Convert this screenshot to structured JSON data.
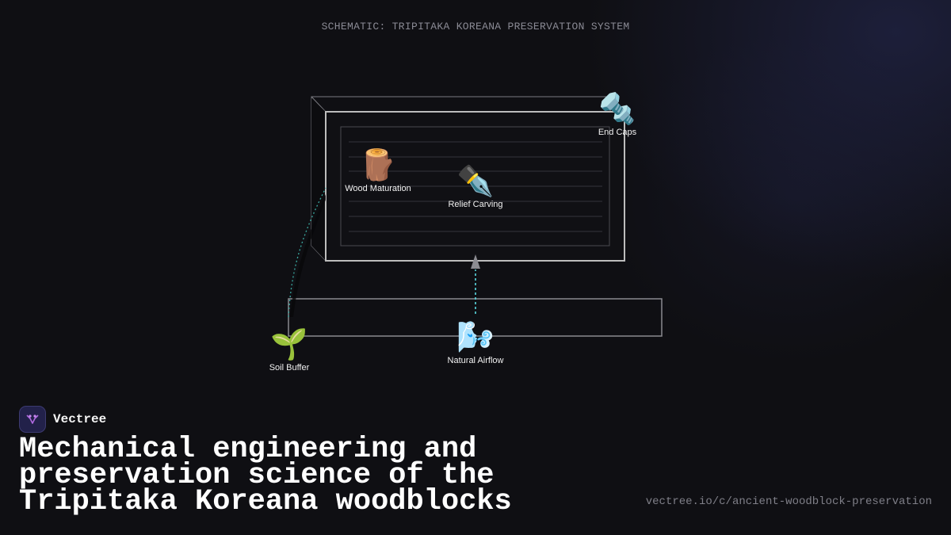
{
  "diagram": {
    "title": "SCHEMATIC: TRIPITAKA KOREANA PRESERVATION SYSTEM",
    "nodes": [
      {
        "id": "wood",
        "label": "Wood Maturation",
        "icon": "wood-log-icon",
        "glyph": "🪵"
      },
      {
        "id": "carving",
        "label": "Relief Carving",
        "icon": "fountain-pen-icon",
        "glyph": "✒️"
      },
      {
        "id": "caps",
        "label": "End Caps",
        "icon": "nut-and-bolt-icon",
        "glyph": "🔩"
      },
      {
        "id": "soil",
        "label": "Soil Buffer",
        "icon": "seedling-icon",
        "glyph": "🌱"
      },
      {
        "id": "airflow",
        "label": "Natural Airflow",
        "icon": "wind-face-icon",
        "glyph": "🌬️"
      }
    ],
    "edges": [
      {
        "from": "airflow",
        "to": "carving",
        "style": "dashed-arrow",
        "color": "#5ad8e0"
      },
      {
        "from": "soil",
        "to": "wood",
        "style": "dashed-curve",
        "color": "#3aa8a0"
      }
    ]
  },
  "brand": {
    "name": "Vectree",
    "logo_icon": "vectree-logo-icon"
  },
  "headline": "Mechanical engineering and preservation science of the Tripitaka Koreana woodblocks",
  "url": "vectree.io/c/ancient-woodblock-preservation",
  "colors": {
    "background": "#0f0f13",
    "frame": "#bdbdbd",
    "accent": "#5ad8e0",
    "logo": "#b06ae0"
  }
}
